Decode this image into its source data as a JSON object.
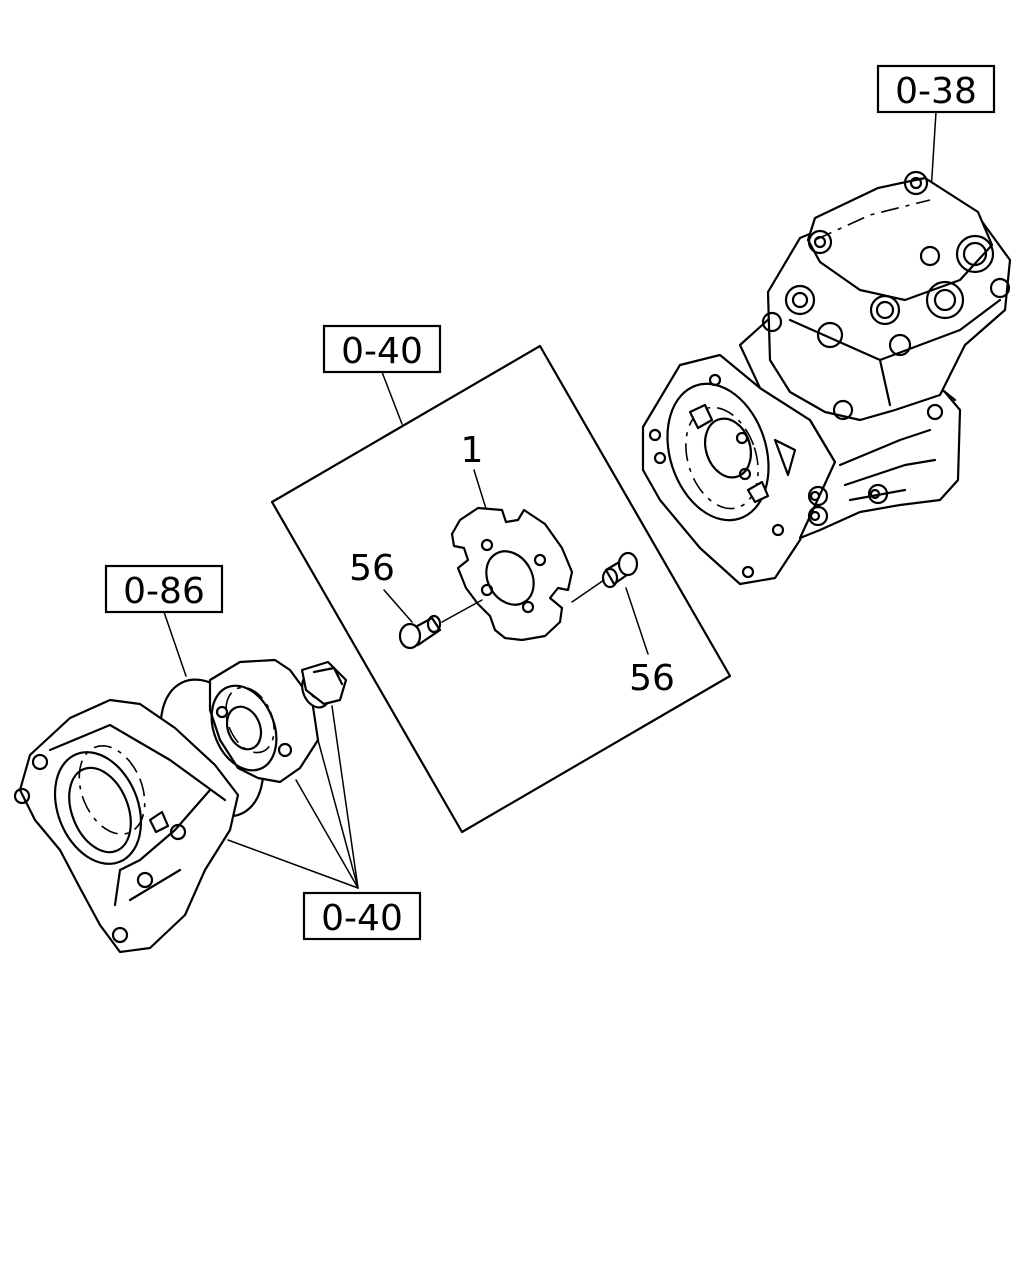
{
  "references": {
    "compressor": "0-38",
    "coupling_group": "0-40",
    "housing": "0-86",
    "flange_bolt": "0-40"
  },
  "part_numbers": {
    "coupling_disc": "1",
    "pin_left": "56",
    "pin_right": "56"
  }
}
